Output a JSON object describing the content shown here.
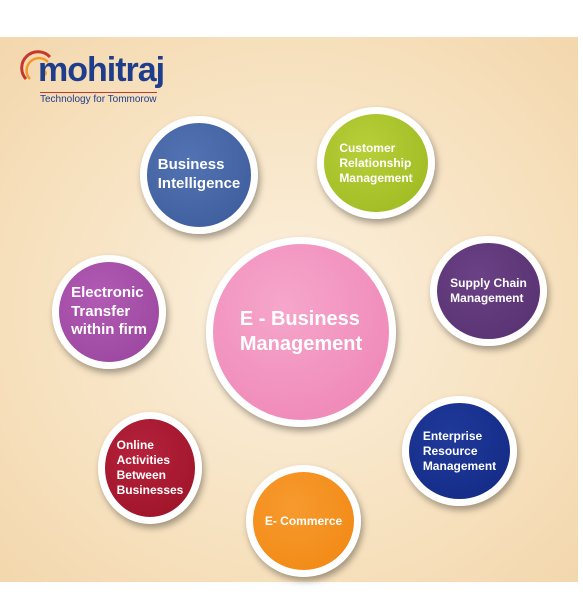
{
  "logo": {
    "brand": "mohitraj",
    "tagline": "Technology for Tommorow"
  },
  "colors": {
    "brand_blue": "#1e3e8c",
    "brand_red": "#c8372d",
    "center": "#ee82b4",
    "business_intelligence": "#3c5a9a",
    "crm": "#9bb81e",
    "supply_chain": "#56306f",
    "electronic_transfer": "#97449c",
    "erp": "#122883",
    "online_activities": "#9b1327",
    "e_commerce": "#f18711"
  },
  "diagram": {
    "center": "E - Business\nManagement",
    "nodes": {
      "business_intelligence": "Business\nIntelligence",
      "crm": "Customer\nRelationship\nManagement",
      "supply_chain": "Supply Chain\nManagement",
      "electronic_transfer": "Electronic\nTransfer\nwithin firm",
      "erp": "Enterprise\nResource\nManagement",
      "online_activities": "Online\nActivities\nBetween\nBusinesses",
      "e_commerce": "E- Commerce"
    }
  }
}
